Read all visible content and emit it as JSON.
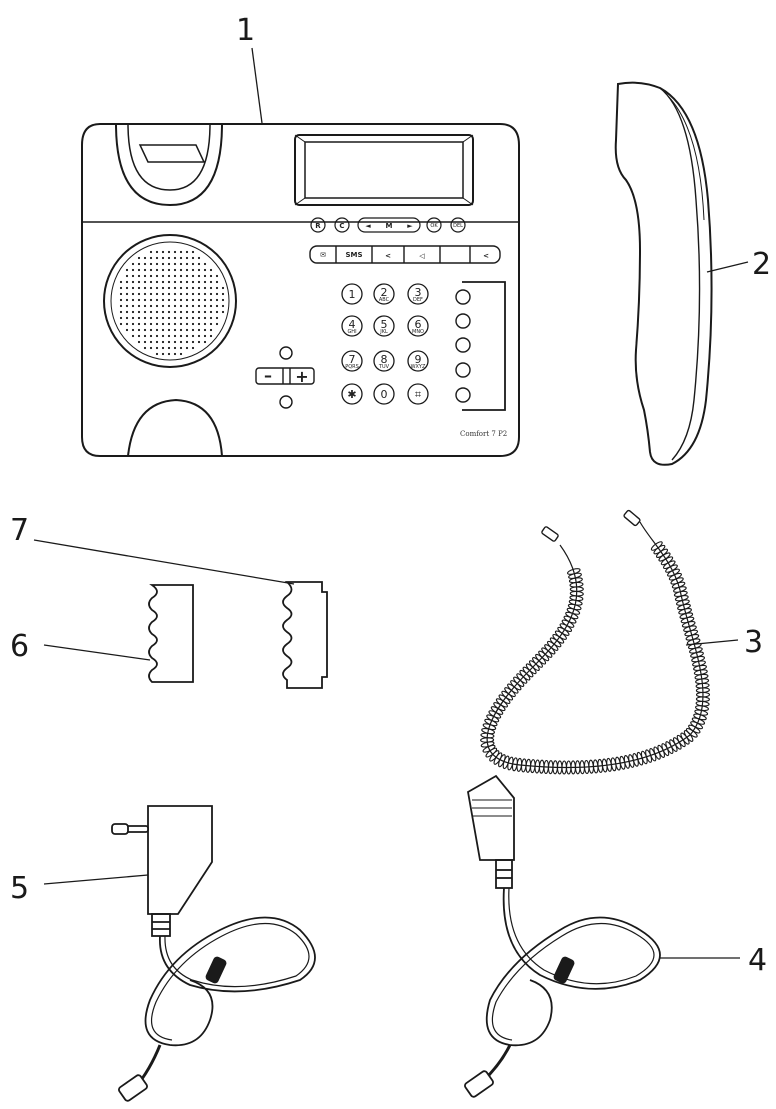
{
  "callouts": [
    {
      "id": "1",
      "label": "1"
    },
    {
      "id": "2",
      "label": "2"
    },
    {
      "id": "3",
      "label": "3"
    },
    {
      "id": "4",
      "label": "4"
    },
    {
      "id": "5",
      "label": "5"
    },
    {
      "id": "6",
      "label": "6"
    },
    {
      "id": "7",
      "label": "7"
    }
  ],
  "phone": {
    "model_label": "Comfort 7 P2",
    "nav_buttons": [
      "R",
      "C",
      "◄",
      "M",
      "►",
      "OK",
      "DEL"
    ],
    "function_buttons": [
      "✉",
      "SMS",
      "<",
      "◁",
      "<"
    ],
    "keypad": [
      {
        "main": "1",
        "sub": ""
      },
      {
        "main": "2",
        "sub": "ABC"
      },
      {
        "main": "3",
        "sub": "DEF"
      },
      {
        "main": "4",
        "sub": "GHI"
      },
      {
        "main": "5",
        "sub": "JKL"
      },
      {
        "main": "6",
        "sub": "MNO"
      },
      {
        "main": "7",
        "sub": "PQRS"
      },
      {
        "main": "8",
        "sub": "TUV"
      },
      {
        "main": "9",
        "sub": "WXYZ"
      },
      {
        "main": "✱",
        "sub": ""
      },
      {
        "main": "0",
        "sub": ""
      },
      {
        "main": "⌗",
        "sub": ""
      }
    ],
    "volume_minus": "–",
    "volume_plus": "+"
  },
  "colors": {
    "ink": "#1a1a1a",
    "background": "#ffffff"
  }
}
